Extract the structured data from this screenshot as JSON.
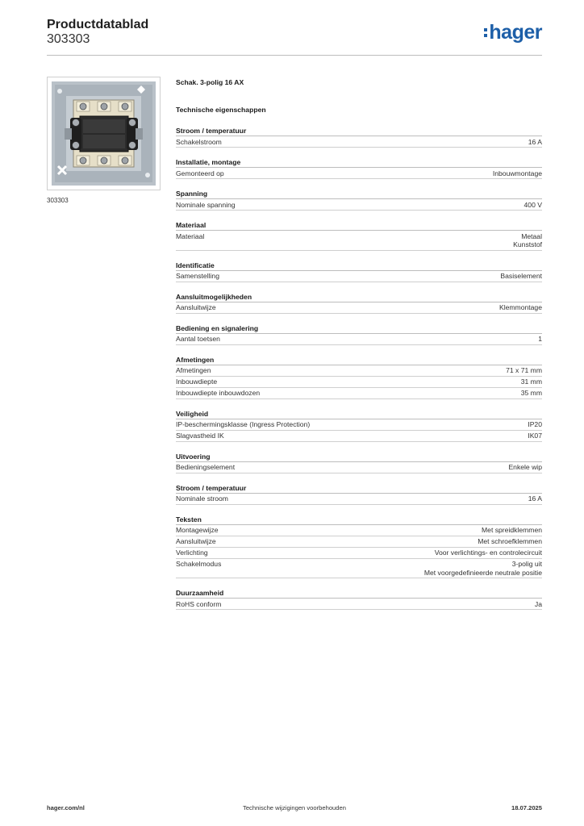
{
  "header": {
    "title": "Productdatablad",
    "number": "303303",
    "logo_text": "hager",
    "logo_color": "#1d5fa8"
  },
  "image": {
    "caption": "303303"
  },
  "product": {
    "title": "Schak. 3-polig 16 AX",
    "tech_heading": "Technische eigenschappen"
  },
  "groups": [
    {
      "title": "Stroom / temperatuur",
      "rows": [
        {
          "label": "Schakelstroom",
          "value": "16 A"
        }
      ]
    },
    {
      "title": "Installatie, montage",
      "rows": [
        {
          "label": "Gemonteerd op",
          "value": "Inbouwmontage"
        }
      ]
    },
    {
      "title": "Spanning",
      "rows": [
        {
          "label": "Nominale spanning",
          "value": "400 V"
        }
      ]
    },
    {
      "title": "Materiaal",
      "rows": [
        {
          "label": "Materiaal",
          "value": "Metaal\nKunststof"
        }
      ]
    },
    {
      "title": "Identificatie",
      "rows": [
        {
          "label": "Samenstelling",
          "value": "Basiselement"
        }
      ]
    },
    {
      "title": "Aansluitmogelijkheden",
      "rows": [
        {
          "label": "Aansluitwijze",
          "value": "Klemmontage"
        }
      ]
    },
    {
      "title": "Bediening en signalering",
      "rows": [
        {
          "label": "Aantal toetsen",
          "value": "1"
        }
      ]
    },
    {
      "title": "Afmetingen",
      "rows": [
        {
          "label": "Afmetingen",
          "value": "71 x 71 mm"
        },
        {
          "label": "Inbouwdiepte",
          "value": "31 mm"
        },
        {
          "label": "Inbouwdiepte inbouwdozen",
          "value": "35 mm"
        }
      ]
    },
    {
      "title": "Veiligheid",
      "rows": [
        {
          "label": "IP-beschermingsklasse (Ingress Protection)",
          "value": "IP20"
        },
        {
          "label": "Slagvastheid IK",
          "value": "IK07"
        }
      ]
    },
    {
      "title": "Uitvoering",
      "rows": [
        {
          "label": "Bedieningselement",
          "value": "Enkele wip"
        }
      ]
    },
    {
      "title": "Stroom / temperatuur",
      "rows": [
        {
          "label": "Nominale stroom",
          "value": "16 A"
        }
      ]
    },
    {
      "title": "Teksten",
      "rows": [
        {
          "label": "Montagewijze",
          "value": "Met spreidklemmen"
        },
        {
          "label": "Aansluitwijze",
          "value": "Met schroefklemmen"
        },
        {
          "label": "Verlichting",
          "value": "Voor verlichtings- en controlecircuit"
        },
        {
          "label": "Schakelmodus",
          "value": "3-polig uit\nMet voorgedefinieerde neutrale positie"
        }
      ]
    },
    {
      "title": "Duurzaamheid",
      "rows": [
        {
          "label": "RoHS conform",
          "value": "Ja"
        }
      ]
    }
  ],
  "footer": {
    "left": "hager.com/nl",
    "center": "Technische wijzigingen voorbehouden",
    "right": "18.07.2025"
  }
}
